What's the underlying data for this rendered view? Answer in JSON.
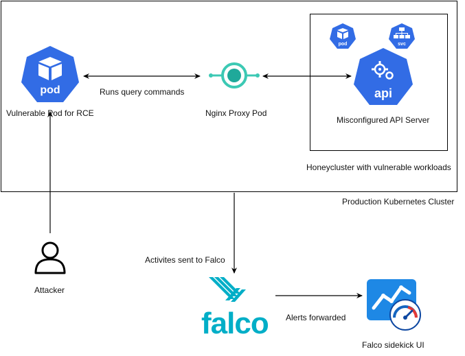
{
  "diagram": {
    "production_cluster": {
      "label": "Production Kubernetes Cluster"
    },
    "honeycluster": {
      "label": "Honeycluster with vulnerable workloads"
    },
    "nodes": {
      "vulnerable_pod": {
        "label": "Vulnerable Pod for RCE",
        "icon": "pod-icon",
        "icon_text": "pod"
      },
      "nginx_proxy": {
        "label": "Nginx Proxy Pod",
        "icon": "proxy-icon"
      },
      "api_server": {
        "label": "Misconfigured API Server",
        "icon": "api-icon",
        "icon_text": "api"
      },
      "small_pod": {
        "icon": "pod-icon",
        "icon_text": "pod"
      },
      "svc": {
        "icon": "svc-icon",
        "icon_text": "svc"
      },
      "attacker": {
        "label": "Attacker",
        "icon": "user-icon"
      },
      "falco": {
        "label": "falco",
        "icon": "falco-logo"
      },
      "sidekick": {
        "label": "Falco sidekick UI",
        "icon": "dashboard-icon"
      }
    },
    "edges": {
      "pod_proxy": "Runs query commands",
      "to_falco": "Activites sent to Falco",
      "alerts": "Alerts forwarded"
    },
    "colors": {
      "k8s_blue": "#326CE5",
      "proxy_teal": "#3CC9B4",
      "falco_teal": "#00AEC7",
      "sidekick_blue": "#1E88E5"
    }
  }
}
